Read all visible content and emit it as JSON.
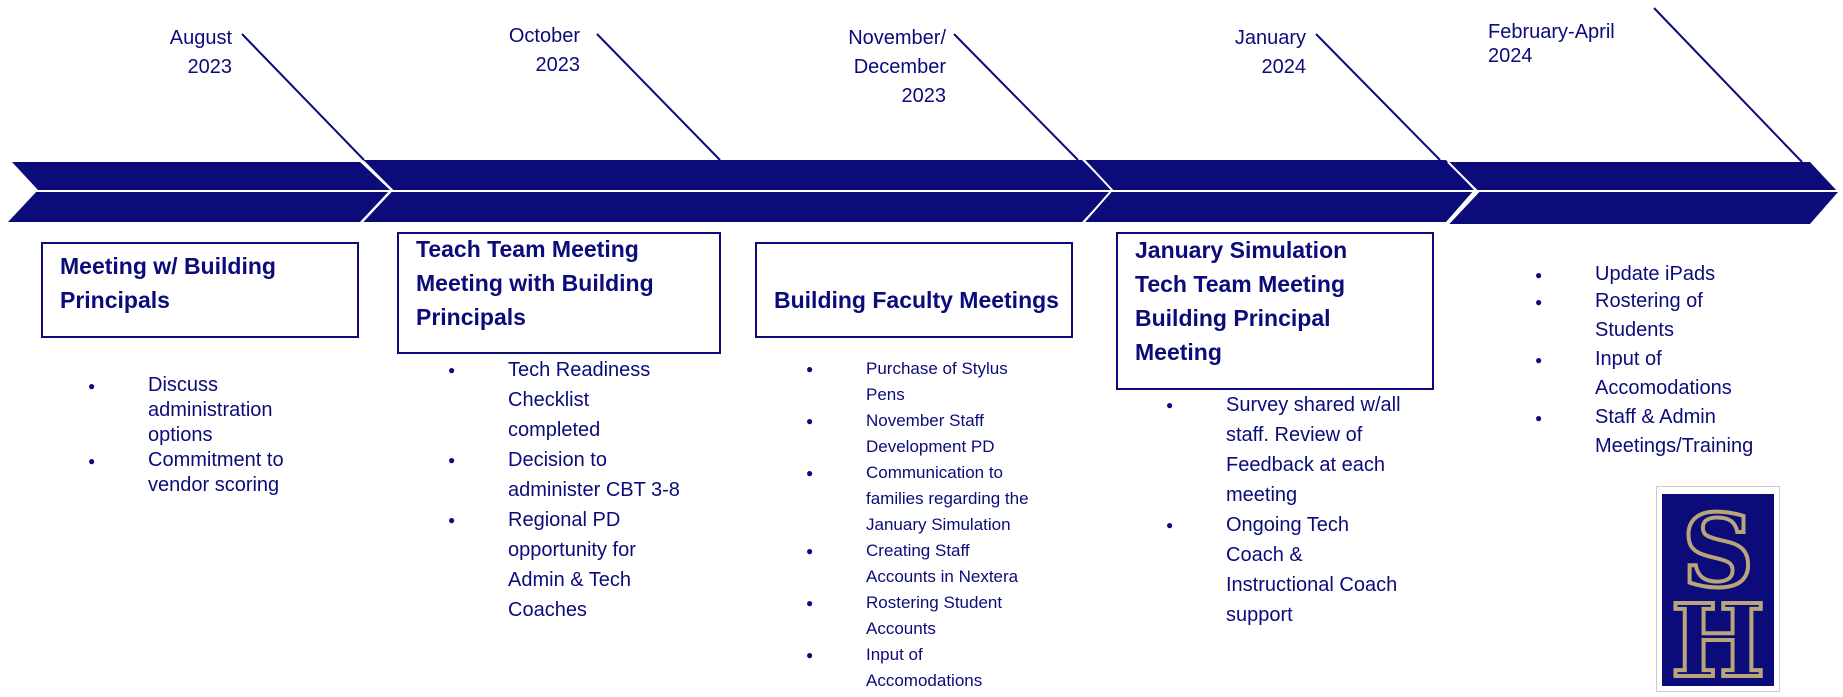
{
  "colors": {
    "primary": "#0b0b7a",
    "background": "#ffffff",
    "logo_gold": "#b8a67a"
  },
  "dates": [
    "August\n2023",
    "October\n2023",
    "November/\nDecember\n2023",
    "January\n2024",
    "February-April\n2024"
  ],
  "date_lines": {
    "d0": [
      "August",
      "2023"
    ],
    "d1": [
      "October",
      "2023"
    ],
    "d2": [
      "November/",
      "December",
      "2023"
    ],
    "d3": [
      "January",
      "2024"
    ],
    "d4": [
      "February-April",
      "2024"
    ]
  },
  "phases": [
    {
      "title": [
        "Meeting w/ Building",
        "Principals"
      ],
      "bullets": [
        [
          "Discuss",
          "administration",
          "options"
        ],
        [
          "Commitment to",
          "vendor scoring"
        ]
      ]
    },
    {
      "title": [
        "Teach Team Meeting",
        "Meeting with Building",
        "Principals"
      ],
      "bullets": [
        [
          "Tech Readiness",
          "Checklist",
          "completed"
        ],
        [
          "Decision to",
          "administer CBT 3-8"
        ],
        [
          "Regional PD",
          "opportunity for",
          "Admin & Tech",
          "Coaches"
        ]
      ]
    },
    {
      "title": [
        "Building Faculty Meetings"
      ],
      "bullets": [
        [
          "Purchase of Stylus",
          "Pens"
        ],
        [
          "November Staff",
          "Development PD"
        ],
        [
          "Communication to",
          "families regarding the",
          "January Simulation"
        ],
        [
          "Creating Staff",
          "Accounts in Nextera"
        ],
        [
          "Rostering Student",
          "Accounts"
        ],
        [
          "Input of",
          "Accomodations"
        ]
      ]
    },
    {
      "title": [
        "January Simulation",
        "Tech Team Meeting",
        "Building Principal",
        "Meeting"
      ],
      "bullets": [
        [
          "Survey shared w/all",
          "staff. Review of",
          "Feedback at each",
          "meeting"
        ],
        [
          "Ongoing Tech",
          "Coach &",
          "Instructional Coach",
          "support"
        ]
      ]
    },
    {
      "title": [],
      "bullets": [
        [
          "Update iPads"
        ],
        [
          "Rostering of",
          "Students"
        ],
        [
          "Input of",
          "Accomodations"
        ],
        [
          "Staff & Admin",
          "Meetings/Training"
        ]
      ]
    }
  ],
  "logo": {
    "letters": "SH"
  }
}
